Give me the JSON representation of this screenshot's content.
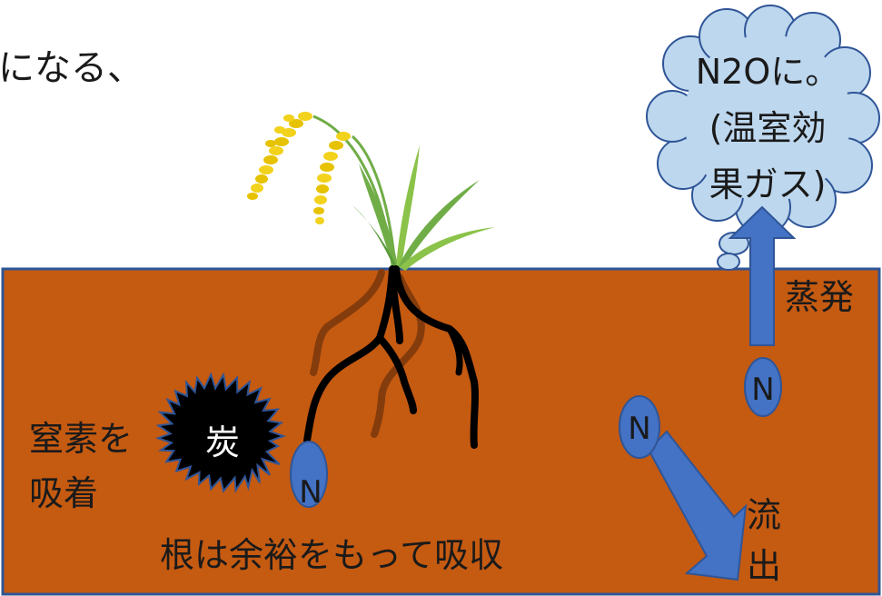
{
  "heading_fragment": "になる、",
  "cloud_text": [
    "N2Oに。",
    "(温室効",
    "果ガス)"
  ],
  "evaporation_label": "蒸発",
  "outflow_label": [
    "流",
    "出"
  ],
  "adsorb_label": [
    "窒素を",
    "吸着"
  ],
  "charcoal_label": "炭",
  "root_absorb_label": "根は余裕をもって吸収",
  "nitrogen_symbol": "N",
  "colors": {
    "soil": "#c55a11",
    "soil_border": "#2f5597",
    "nitrogen_fill": "#4472c4",
    "arrow": "#4472c4",
    "cloud_fill": "#bdd7ee",
    "charcoal": "#000000",
    "roots_black": "#000000",
    "roots_brown": "#843c0c",
    "leaf": "#70ad47",
    "grain": "#f2d21b"
  }
}
